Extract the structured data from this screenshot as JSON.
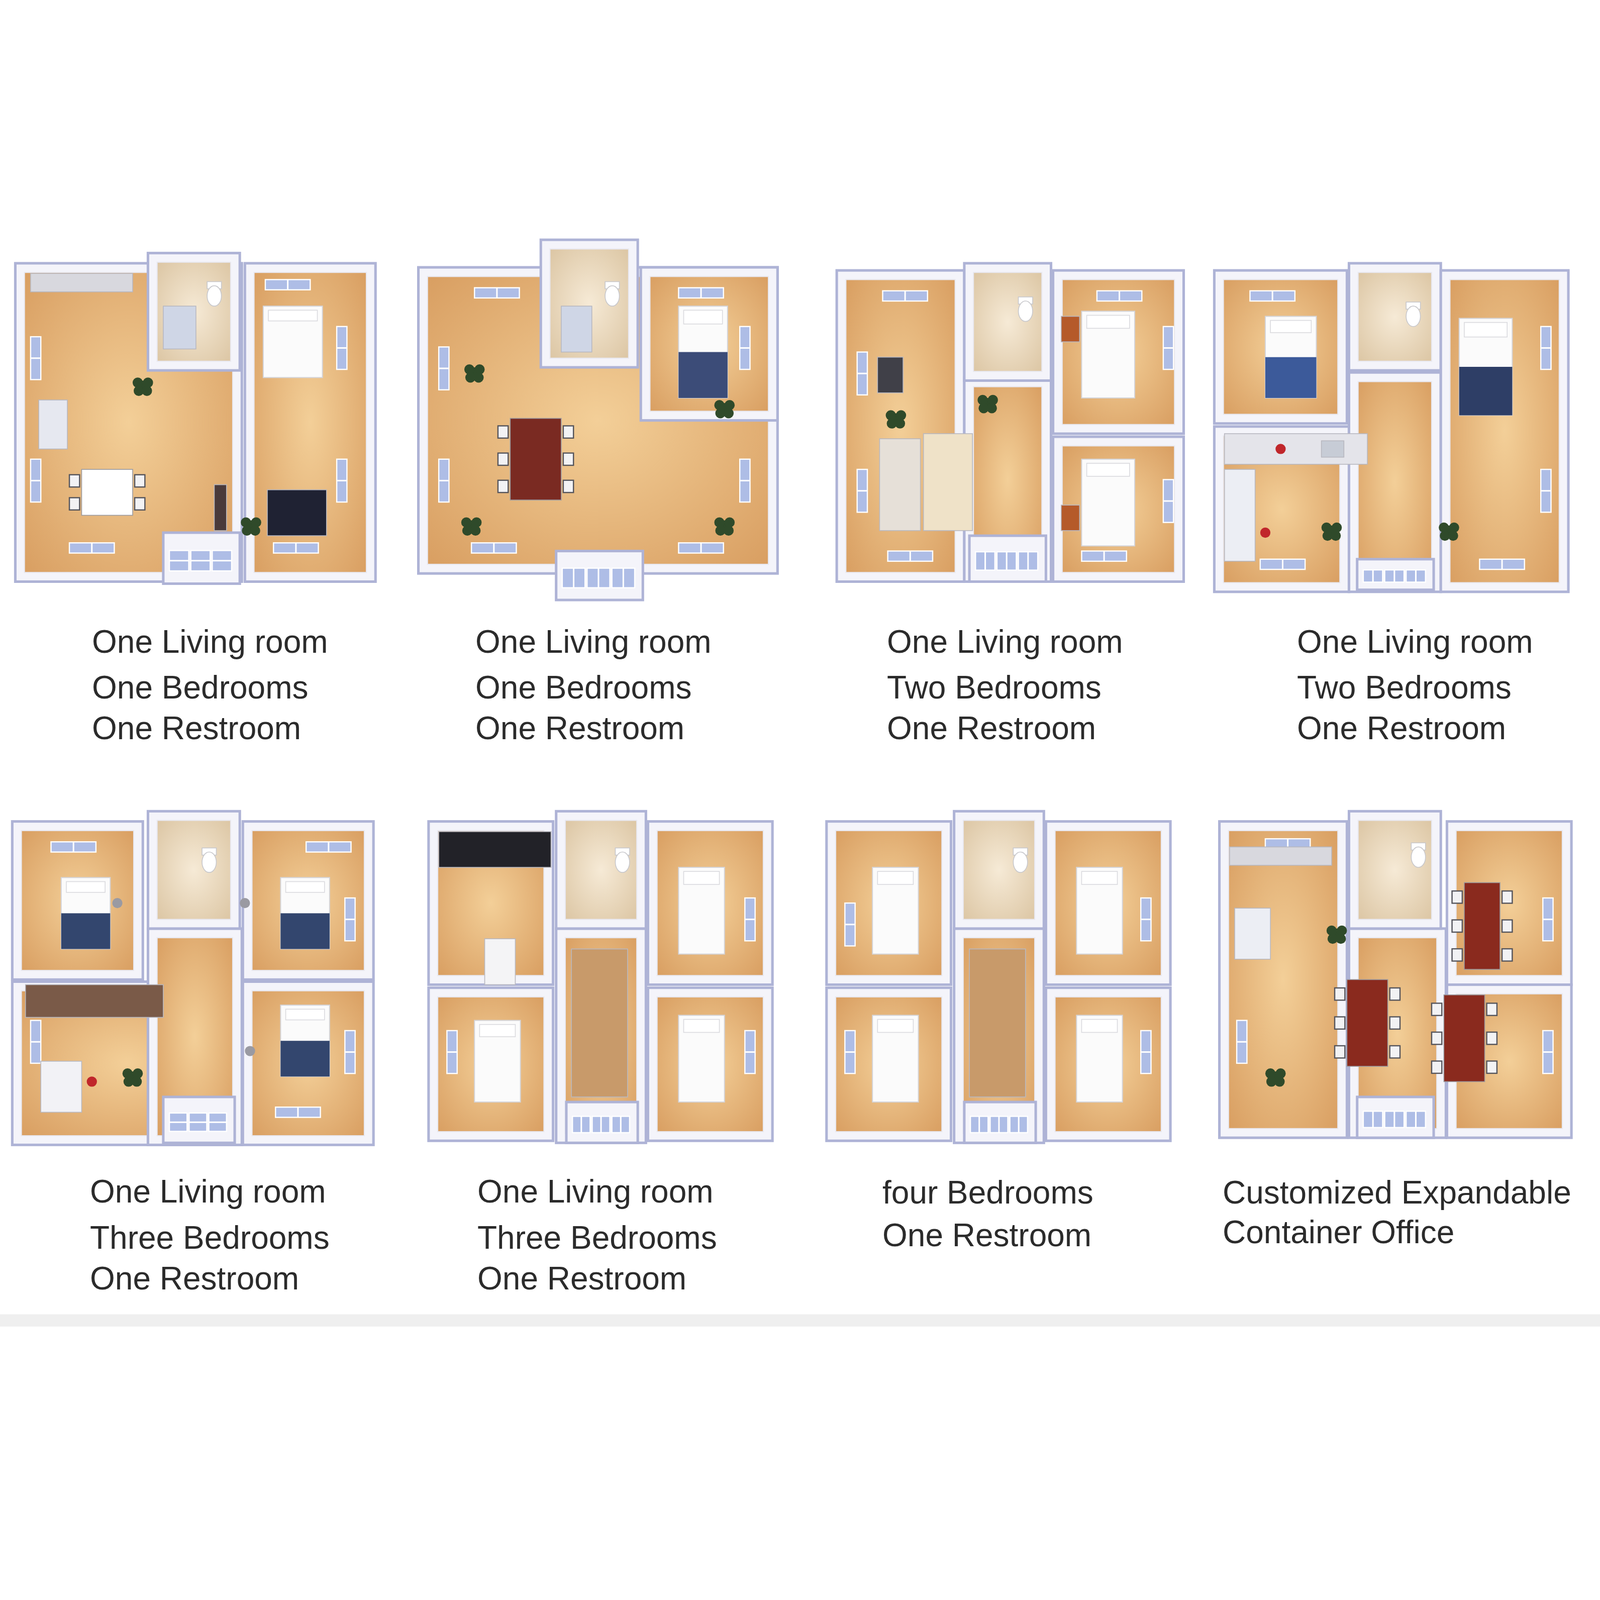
{
  "diagram": {
    "labels": [
      "One Living room",
      "One Bedrooms",
      "One Restroom",
      "One Living room",
      "One Bedrooms",
      "One Restroom",
      "One Living room",
      "Two Bedrooms",
      "One Restroom",
      "One Living room",
      "Two Bedrooms",
      "One Restroom",
      "One Living room",
      "Three Bedrooms",
      "One Restroom",
      "One Living room",
      "Three Bedrooms",
      "One Restroom",
      "four Bedrooms",
      "One Restroom",
      "Customized Expandable",
      "Container Office"
    ]
  }
}
